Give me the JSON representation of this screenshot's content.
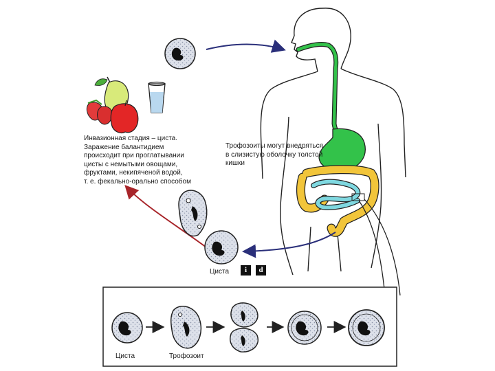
{
  "labels": {
    "invasive_stage_note": "Инвазионная стадия – циста.\nЗаражение балантидием\nпроисходит при проглатывании\nцисты с немытыми овощами,\nфруктами, некипяченой водой,\nт. е. фекально-орально способом",
    "trophozoite_note": "Трофозоиты могут внедряться\nв слизистую оболочку толстой\nкишки",
    "cyst_label": "Циста",
    "badge_i": "i",
    "badge_d": "d",
    "bottom_cyst_label": "Циста",
    "bottom_trophozoite_label": "Трофозоит"
  },
  "colors": {
    "digestive_tract": "#33c24a",
    "small_intestine": "#7fd8e0",
    "large_intestine": "#f2c53a",
    "cycle_arrow_blue": "#2a2f7a",
    "cycle_arrow_red": "#a8252a",
    "cyst_fill": "#d9dde6",
    "outline": "#222222"
  },
  "icons": [
    "cyst-icon",
    "trophozoite-icon",
    "dividing-trophozoite-icon",
    "pear-icon",
    "strawberry-icon",
    "apple-icon",
    "water-glass-icon",
    "human-body-icon"
  ]
}
